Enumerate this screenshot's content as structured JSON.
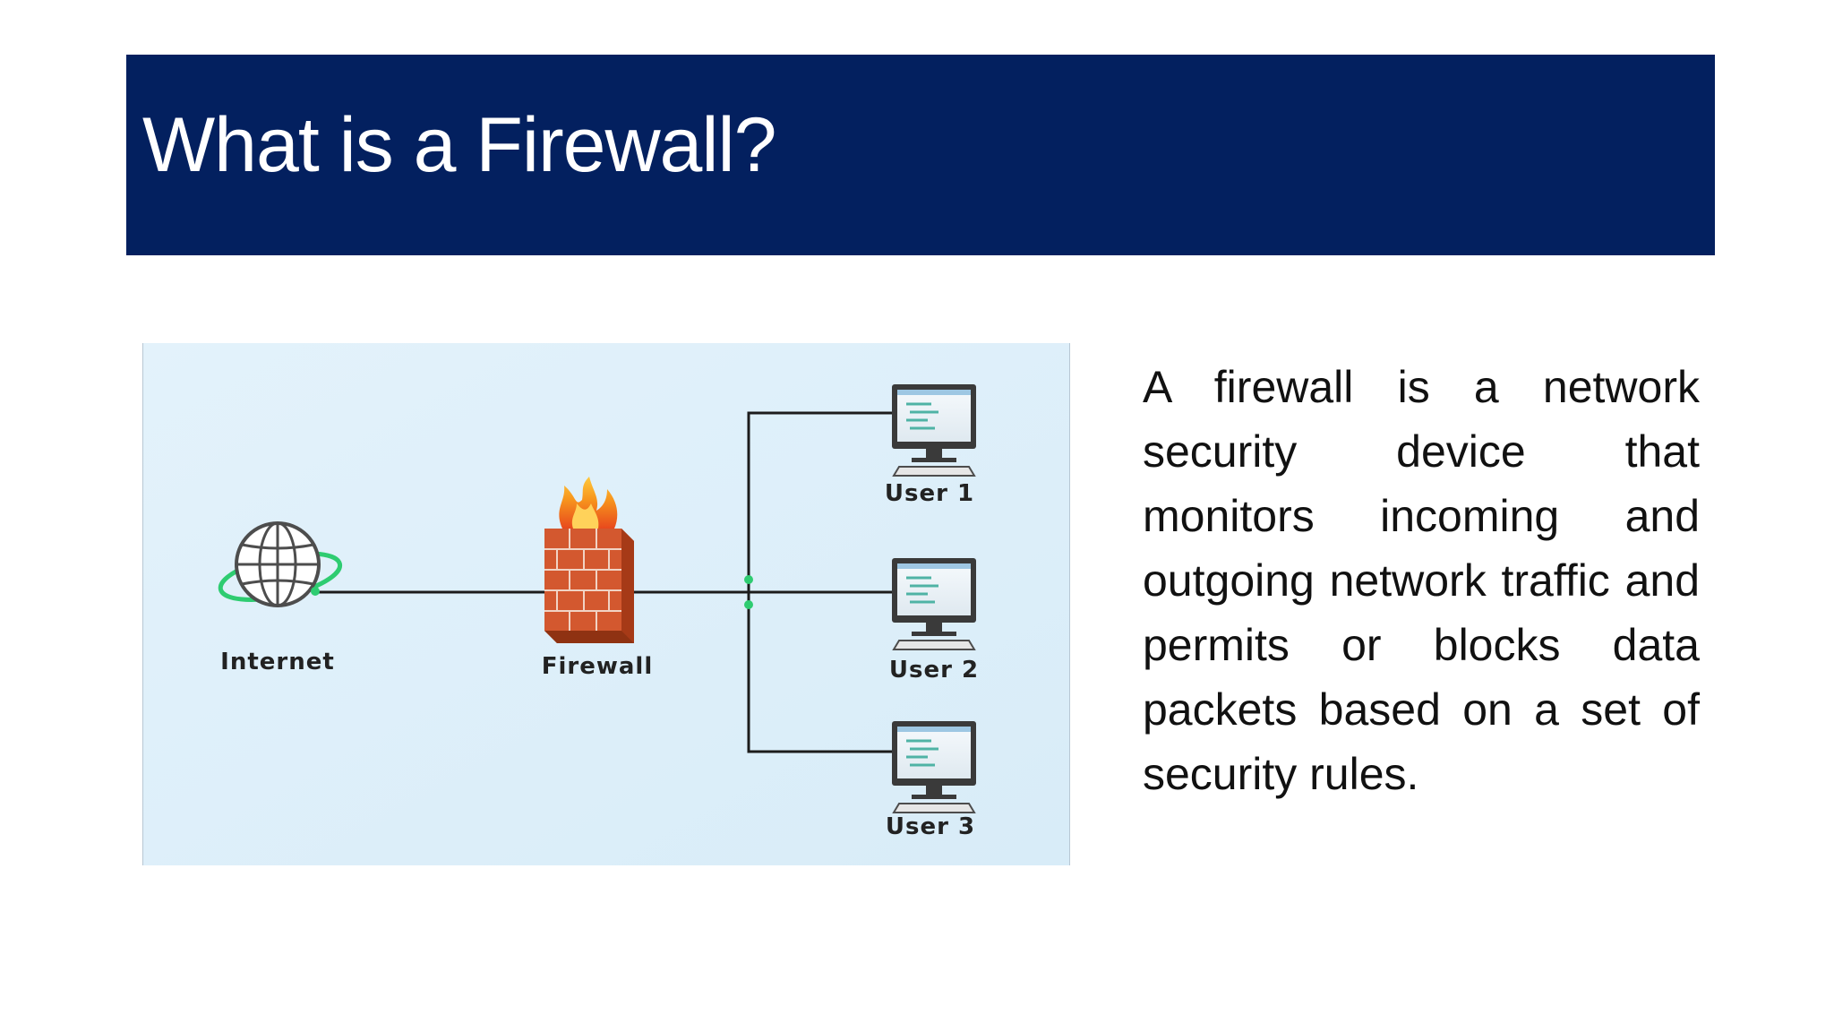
{
  "slide": {
    "title": "What is a Firewall?",
    "body": "A firewall is a network security device that monitors incoming and outgoing network traffic and permits or blocks data packets based on a set of security rules."
  },
  "diagram": {
    "nodes": {
      "internet": {
        "label": "Internet",
        "icon": "globe-icon"
      },
      "firewall": {
        "label": "Firewall",
        "icon": "firewall-icon"
      },
      "user1": {
        "label": "User 1",
        "icon": "computer-icon"
      },
      "user2": {
        "label": "User 2",
        "icon": "computer-icon"
      },
      "user3": {
        "label": "User 3",
        "icon": "computer-icon"
      }
    }
  },
  "colors": {
    "title_bar": "#03205f",
    "title_text": "#ffffff",
    "diagram_background": "#dceef9",
    "firewall_brick": "#c8532e",
    "flame": "#f7941d",
    "connector": "#1c1c1c",
    "accent_green": "#2ecc71"
  }
}
